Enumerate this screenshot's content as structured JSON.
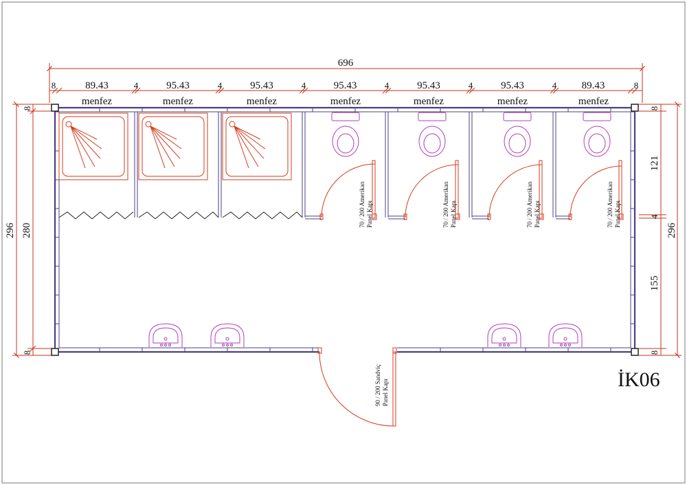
{
  "title": "İK06",
  "dimensions": {
    "overall_width": "696",
    "top_segments": [
      "8",
      "89.43",
      "4",
      "95.43",
      "4",
      "95.43",
      "4",
      "95.43",
      "4",
      "95.43",
      "4",
      "95.43",
      "4",
      "89.43",
      "8"
    ],
    "left_outer": "296",
    "left_inner": "280",
    "left_top": "8",
    "left_bottom": "8",
    "right_outer": "296",
    "right_segments": [
      "8",
      "121",
      "4",
      "155",
      "8"
    ]
  },
  "rooms": {
    "vent_labels": [
      "menfez",
      "menfez",
      "menfez",
      "menfez",
      "menfez",
      "menfez",
      "menfez"
    ],
    "wc_door_label_line1": "70 / 200 Amerikan",
    "wc_door_label_line2": "Panel Kapı",
    "entry_door_label_line1": "90 / 200 Sandviç",
    "entry_door_label_line2": "Panel Kapı"
  },
  "colors": {
    "wall": "#4a3f86",
    "fixture": "#d43b1c",
    "sanitary": "#b23bb8",
    "dimension": "#c8321c"
  }
}
